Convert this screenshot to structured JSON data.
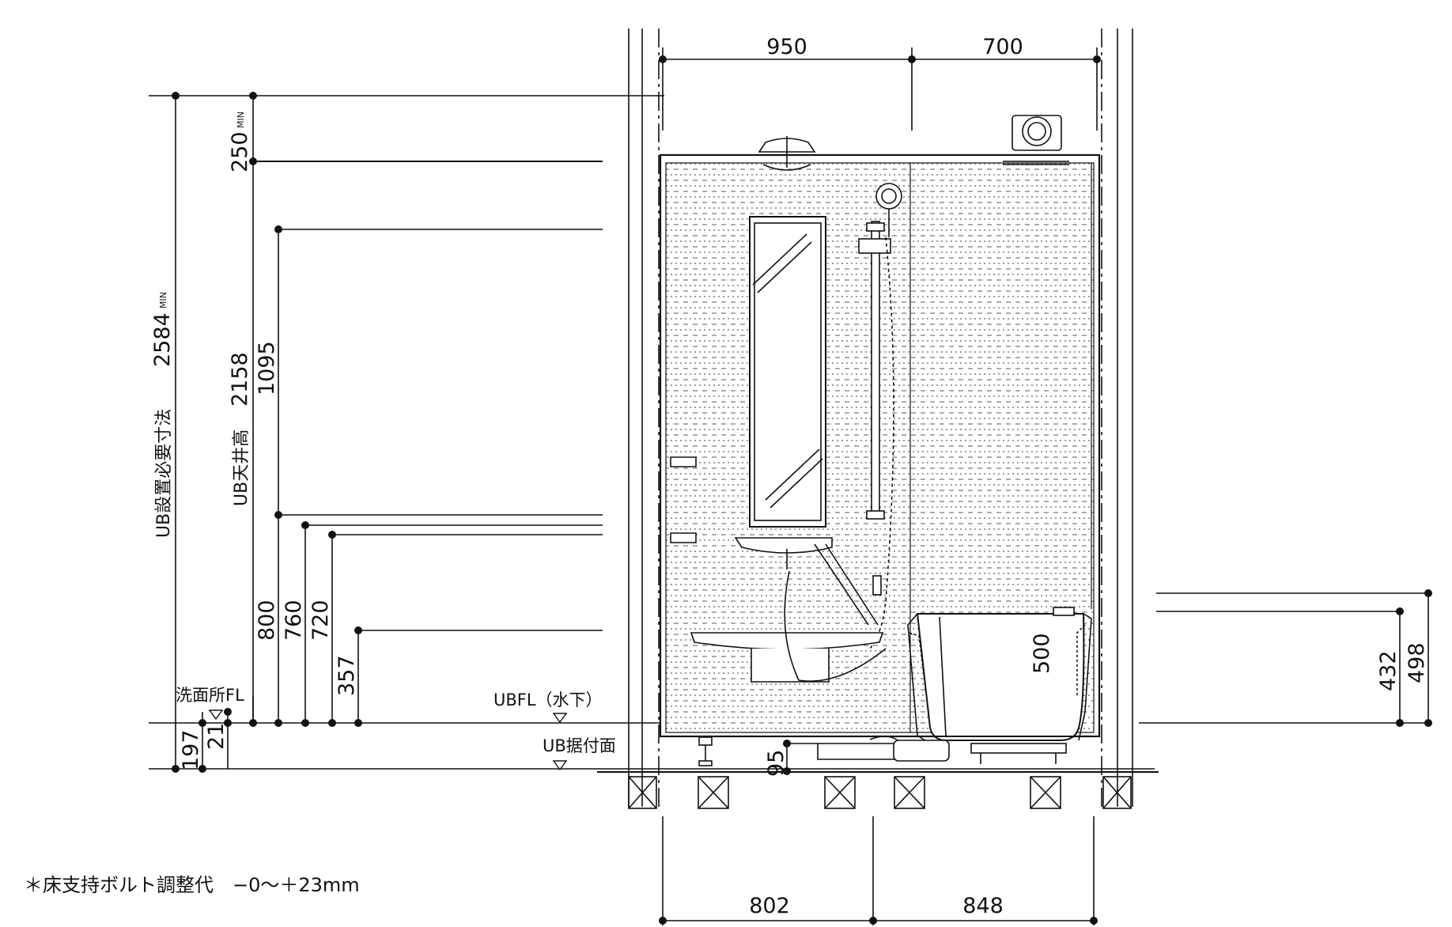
{
  "colors": {
    "line": "#111111",
    "background": "#ffffff",
    "wall_fill": "#ffffff"
  },
  "top_dimensions": {
    "left": "950",
    "right": "700"
  },
  "bottom_dimensions": {
    "left": "802",
    "right": "848"
  },
  "left_dimensions": {
    "install_height_label": "UB設置必要寸法",
    "install_height": "2584",
    "install_height_suffix": "MIN",
    "ceiling_label": "UB天井高",
    "ceiling_height": "2158",
    "top_gap": "250",
    "top_gap_suffix": "MIN",
    "mirror_height": "1095",
    "d800": "800",
    "d760": "760",
    "d720": "720",
    "d357": "357",
    "d197": "197",
    "d21": "21"
  },
  "floor_labels": {
    "washroom_fl": "洗面所FL",
    "ub_fl": "UBFL（水下）",
    "ub_mount": "UB据付面",
    "d95": "95"
  },
  "right_dimensions": {
    "tub_depth": "500",
    "d432": "432",
    "d498": "498"
  },
  "footnote": "＊床支持ボルト調整代　−0〜＋23mm"
}
